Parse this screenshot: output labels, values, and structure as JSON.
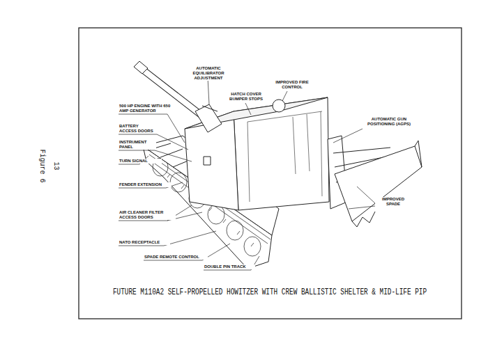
{
  "diagram": {
    "title": "FUTURE M110A2 SELF-PROPELLED HOWITZER WITH CREW BALLISTIC SHELTER & MID-LIFE PIP",
    "labels": [
      "AUTOMATIC EQUILIBRATOR ADJUSTMENT",
      "IMPROVED FIRE CONTROL",
      "HATCH COVER BUMPER STOPS",
      "500 HP ENGINE WITH 650 AMP GENERATOR",
      "BATTERY ACCESS DOORS",
      "INSTRUMENT PANEL",
      "TURN SIGNAL",
      "FENDER EXTENSION",
      "AIR CLEANER FILTER ACCESS DOORS",
      "NATO RECEPTACLE",
      "SPADE REMOTE CONTROL",
      "DOUBLE PIN TRACK",
      "AUTOMATIC GUN POSITIONING (AGPS)",
      "IMPROVED SPADE",
      "Figure 6",
      "13"
    ]
  }
}
